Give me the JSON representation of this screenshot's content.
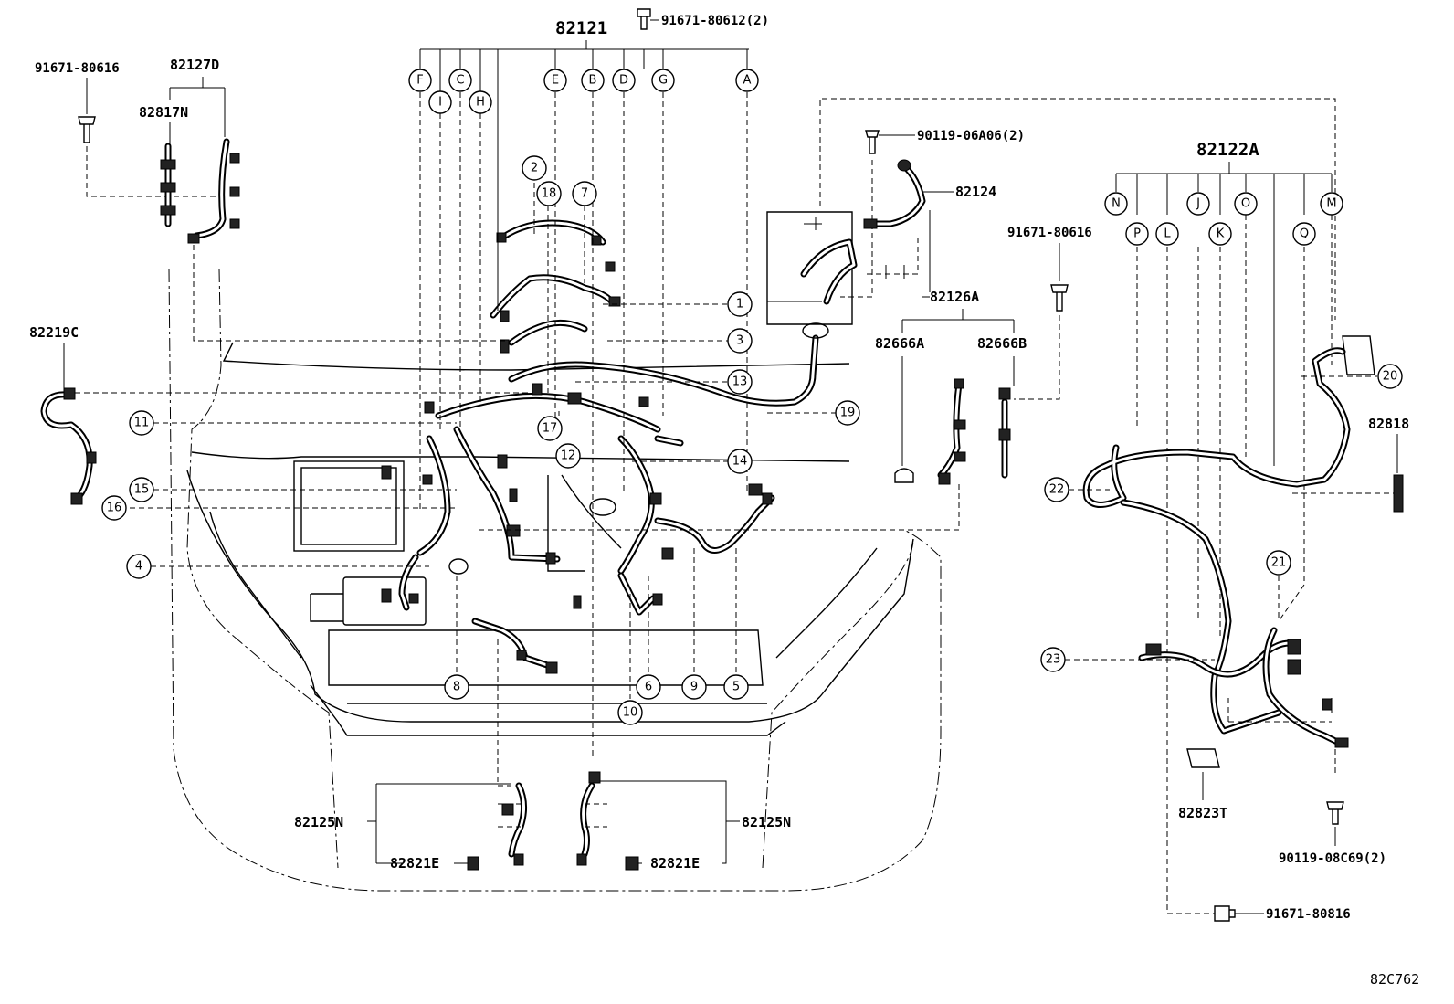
{
  "parts": {
    "p82121": "82121",
    "p91671_80612_2": "91671-80612(2)",
    "p91671_80616_left": "91671-80616",
    "p82127D": "82127D",
    "p82817N": "82817N",
    "p82219C": "82219C",
    "p90119_06A06_2": "90119-06A06(2)",
    "p82124": "82124",
    "p91671_80616_right": "91671-80616",
    "p82126A": "82126A",
    "p82666A": "82666A",
    "p82666B": "82666B",
    "p82122A": "82122A",
    "p82818": "82818",
    "p82125N_left": "82125N",
    "p82125N_right": "82125N",
    "p82821E_left": "82821E",
    "p82821E_right": "82821E",
    "p82823T": "82823T",
    "p90119_08C69_2": "90119-08C69(2)",
    "p91671_80816": "91671-80816"
  },
  "letters_82121": [
    "F",
    "I",
    "C",
    "H",
    "E",
    "B",
    "D",
    "G",
    "A"
  ],
  "letters_82122A": [
    "N",
    "P",
    "L",
    "J",
    "K",
    "O",
    "Q",
    "M"
  ],
  "callouts": [
    "1",
    "2",
    "3",
    "4",
    "5",
    "6",
    "7",
    "8",
    "9",
    "10",
    "11",
    "12",
    "13",
    "14",
    "15",
    "16",
    "17",
    "18",
    "19",
    "20",
    "21",
    "22",
    "23"
  ],
  "diagram_code": "82C762"
}
